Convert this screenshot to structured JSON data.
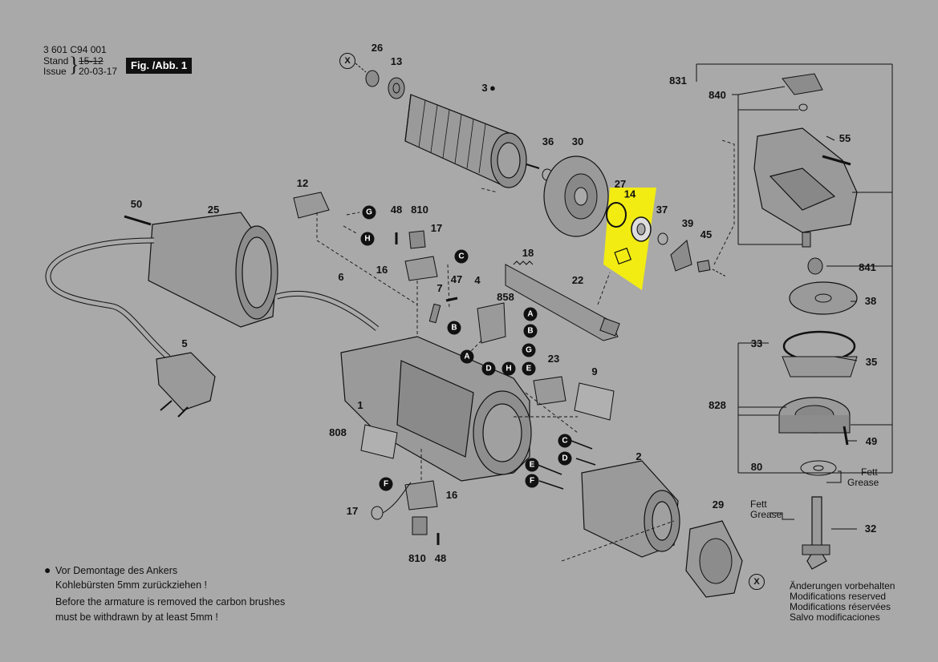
{
  "header": {
    "doc_number": "3 601 C94 001",
    "stand_label": "Stand",
    "stand_value": "15-12",
    "issue_label": "Issue",
    "issue_value": "20-03-17",
    "figure_label": "Fig. /Abb. 1"
  },
  "part_numbers": {
    "p26": "26",
    "p13": "13",
    "p3": "3",
    "p36": "36",
    "p30": "30",
    "p27": "27",
    "p14": "14",
    "p37": "37",
    "p39": "39",
    "p45": "45",
    "p12": "12",
    "p50": "50",
    "p25": "25",
    "p48a": "48",
    "p810a": "810",
    "p17a": "17",
    "p16a": "16",
    "p18": "18",
    "p6": "6",
    "p7": "7",
    "p47": "47",
    "p4": "4",
    "p858": "858",
    "p22": "22",
    "p5": "5",
    "p1": "1",
    "p23": "23",
    "p9": "9",
    "p808": "808",
    "p2": "2",
    "p16b": "16",
    "p17b": "17",
    "p810b": "810",
    "p48b": "48",
    "p29": "29",
    "p831": "831",
    "p840": "840",
    "p55": "55",
    "p841": "841",
    "p38": "38",
    "p33": "33",
    "p35": "35",
    "p828": "828",
    "p49": "49",
    "p80": "80",
    "p32": "32"
  },
  "letters": {
    "x1": "X",
    "x2": "X",
    "g1": "G",
    "h1": "H",
    "c1": "C",
    "a1": "A",
    "b1": "B",
    "b2": "B",
    "a2": "A",
    "g2": "G",
    "d1": "D",
    "h2": "H",
    "e1": "E",
    "c2": "C",
    "d2": "D",
    "e2": "E",
    "f1": "F",
    "f2": "F"
  },
  "grease_labels": {
    "right_fett": "Fett",
    "right_grease": "Grease",
    "left_fett": "Fett",
    "left_grease": "Grease"
  },
  "notes": {
    "de_line1": "Vor Demontage des Ankers",
    "de_line2": "Kohlebürsten 5mm zurückziehen !",
    "en_line1": "Before the armature is removed the carbon brushes",
    "en_line2": "must be withdrawn by at least 5mm !"
  },
  "modifications": {
    "de": "Änderungen vorbehalten",
    "en": "Modifications reserved",
    "fr": "Modifications réservées",
    "es": "Salvo modificaciones"
  },
  "colors": {
    "background": "#a9a9a9",
    "ink": "#111111",
    "highlight": "#f2ec12"
  },
  "icons": {
    "bullet": "●"
  }
}
